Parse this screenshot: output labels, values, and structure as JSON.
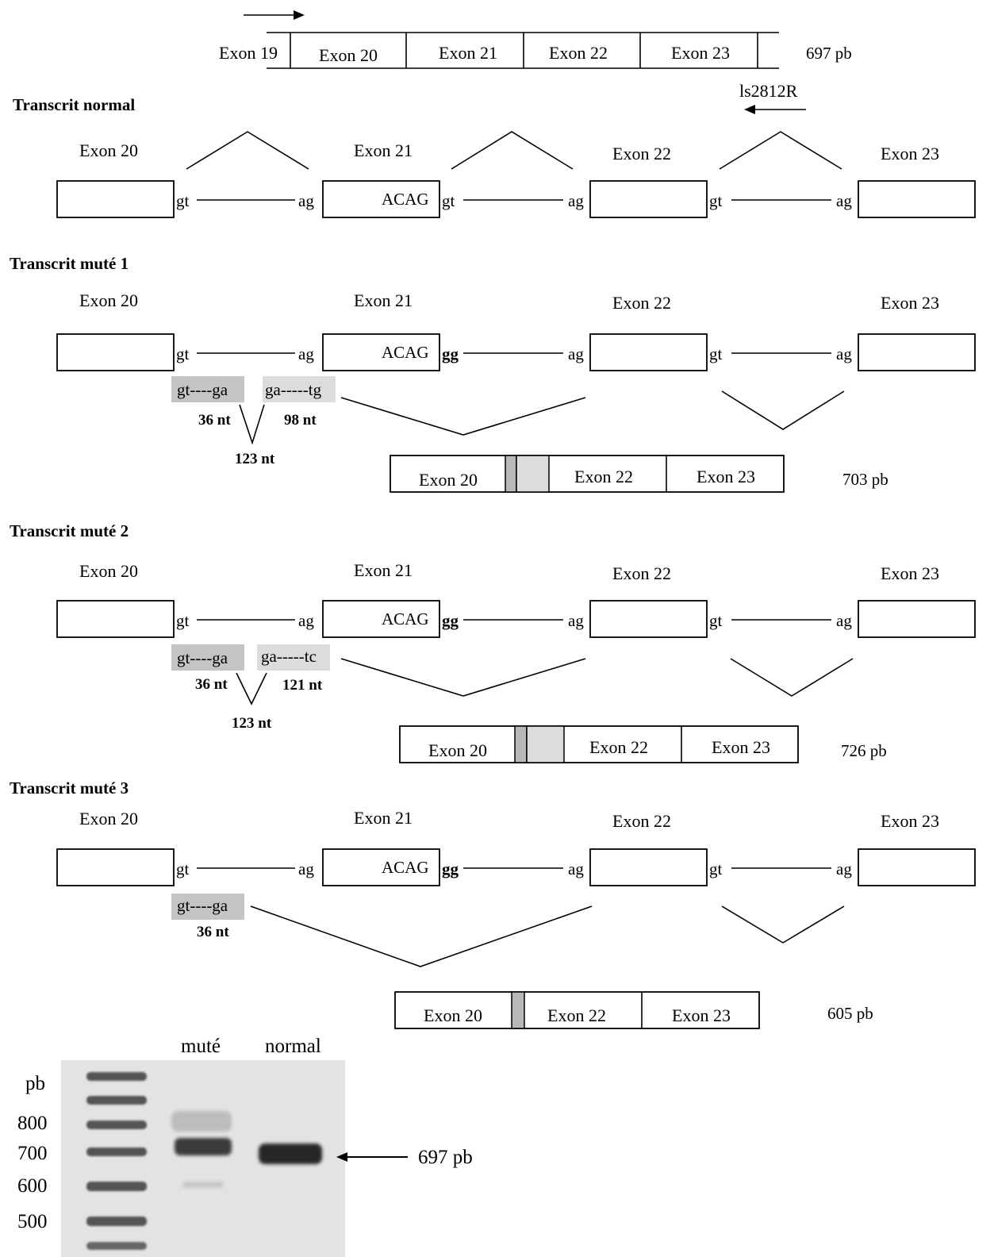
{
  "top": {
    "exon19": "Exon 19",
    "exons": [
      "Exon 20",
      "Exon 21",
      "Exon 22",
      "Exon 23"
    ],
    "size": "697 pb",
    "primer_reverse": "ls2812R"
  },
  "sites": {
    "gt": "gt",
    "ag": "ag",
    "acag": "ACAG",
    "gg": "gg"
  },
  "panels": [
    {
      "title": "Transcrit normal",
      "exons": [
        "Exon 20",
        "Exon 21",
        "Exon 22",
        "Exon 23"
      ]
    },
    {
      "title": "Transcrit muté 1",
      "exons": [
        "Exon 20",
        "Exon 21",
        "Exon 22",
        "Exon 23"
      ],
      "box1": "gt----ga",
      "box1_nt": "36 nt",
      "box2": "ga-----tg",
      "box2_nt": "98 nt",
      "v_nt": "123 nt",
      "product": [
        "Exon 20",
        "Exon 22",
        "Exon 23"
      ],
      "size": "703 pb"
    },
    {
      "title": "Transcrit muté 2",
      "exons": [
        "Exon 20",
        "Exon 21",
        "Exon 22",
        "Exon 23"
      ],
      "box1": "gt----ga",
      "box1_nt": "36 nt",
      "box2": "ga-----tc",
      "box2_nt": "121 nt",
      "v_nt": "123 nt",
      "product": [
        "Exon 20",
        "Exon 22",
        "Exon 23"
      ],
      "size": "726 pb"
    },
    {
      "title": "Transcrit muté 3",
      "exons": [
        "Exon 20",
        "Exon 21",
        "Exon 22",
        "Exon 23"
      ],
      "box1": "gt----ga",
      "box1_nt": "36 nt",
      "product": [
        "Exon 20",
        "Exon 22",
        "Exon 23"
      ],
      "size": "605 pb"
    }
  ],
  "gel": {
    "lanes": [
      "muté",
      "normal"
    ],
    "unit": "pb",
    "markers": [
      "800",
      "700",
      "600",
      "500"
    ],
    "arrow_label": "697 pb"
  },
  "colors": {
    "dark_gray_box": "#c4c4c4",
    "light_gray_box": "#dcdcdc",
    "gel_background": "#e3e3e3",
    "band": "#2a2a2a"
  }
}
